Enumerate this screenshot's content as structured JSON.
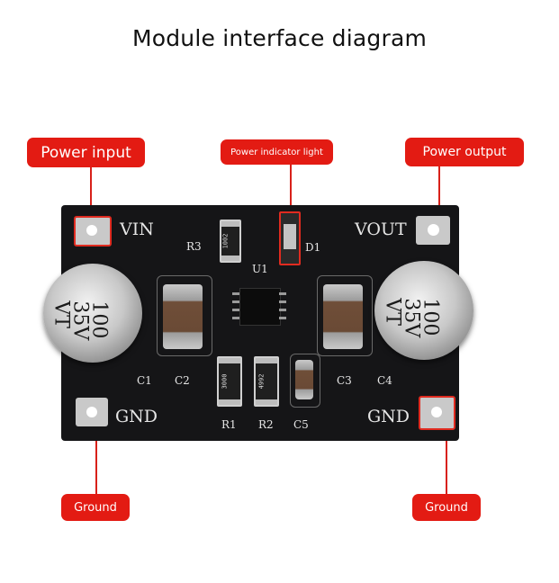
{
  "title": "Module interface diagram",
  "callouts": {
    "power_input": "Power input",
    "power_indicator": "Power indicator light",
    "power_output": "Power output",
    "ground_left": "Ground",
    "ground_right": "Ground"
  },
  "silkscreen": {
    "vin": "VIN",
    "vout": "VOUT",
    "gnd_left": "GND",
    "gnd_right": "GND",
    "r1": "R1",
    "r2": "R2",
    "r3": "R3",
    "c1": "C1",
    "c2": "C2",
    "c3": "C3",
    "c4": "C4",
    "c5": "C5",
    "d1": "D1",
    "u1": "U1"
  },
  "capacitors": {
    "left": {
      "line1": "100",
      "line2": "35V",
      "line3": "VT"
    },
    "right": {
      "line1": "100",
      "line2": "35V",
      "line3": "VT"
    }
  },
  "resistor_codes": {
    "r1": "3000",
    "r2": "4992",
    "r3": "1002"
  },
  "colors": {
    "callout": "#e31b13",
    "board": "#151517",
    "silk": "#e6e6e6"
  }
}
